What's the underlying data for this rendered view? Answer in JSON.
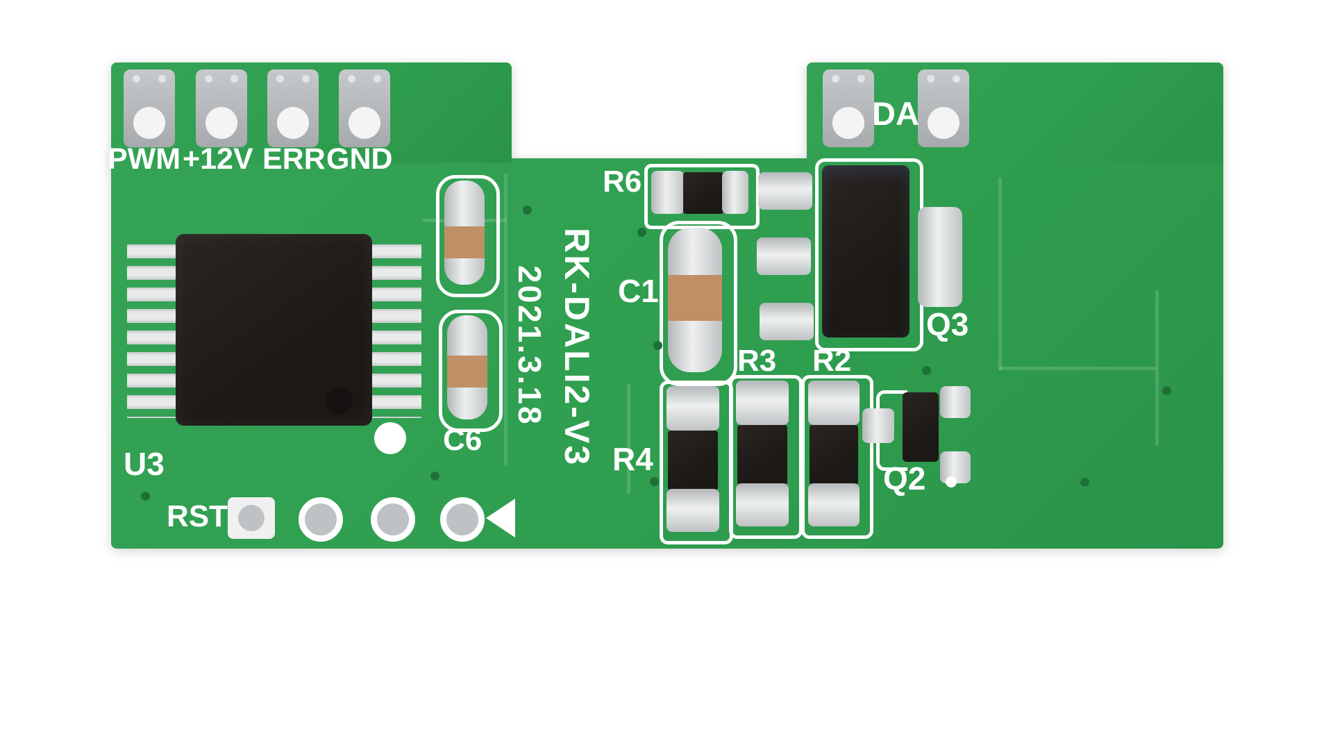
{
  "board": {
    "model": "RK-DALI2-V3",
    "date": "2021.3.18",
    "connector_labels": [
      {
        "label": "PWM"
      },
      {
        "label": "+12V"
      },
      {
        "label": "ERR"
      },
      {
        "label": "GND"
      }
    ],
    "bus_label": "DA",
    "reset_label": "RST",
    "refdes": {
      "u3": "U3",
      "c6": "C6",
      "c1": "C1",
      "r6": "R6",
      "r4": "R4",
      "r3": "R3",
      "r2": "R2",
      "q3": "Q3",
      "q2": "Q2"
    },
    "colors": {
      "soldermask_green": "#2f9e4f",
      "trace_highlight": "#55b26d",
      "silkscreen_white": "#ffffff",
      "pad_silver": "#c3c6c8",
      "pad_hole_white": "#f4f4f4",
      "component_body_black": "#211c19",
      "capacitor_band_tan": "#bf8f66",
      "via_dark_green": "#1e7038"
    }
  }
}
